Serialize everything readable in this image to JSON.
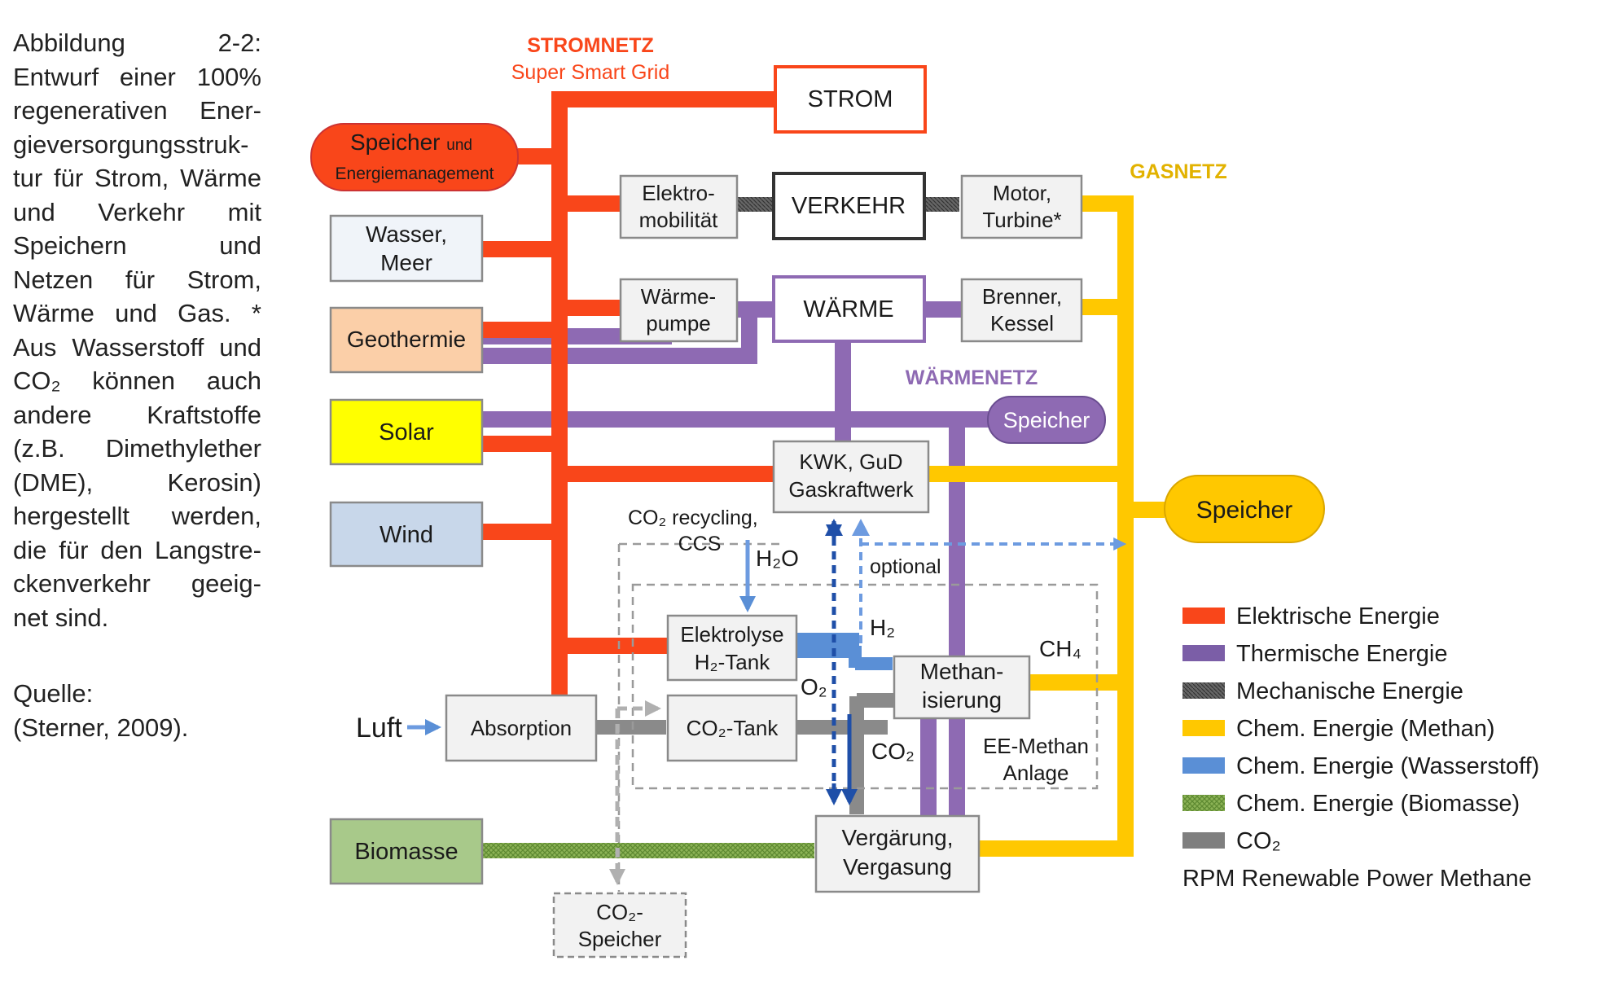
{
  "caption": {
    "text": "Abbildung 2-2: Entwurf einer 100% regenerativen Ener-gieversorgungsstruk-tur für Strom, Wärme und Verkehr mit Speichern und Netzen für Strom, Wärme und Gas. * Aus Wasserstoff und CO₂ können auch andere Kraftstoffe (z.B. Dimethylether (DME), Kerosin) hergestellt werden, die für den Langstre-ckenverkehr geeig-net sind.",
    "source_label": "Quelle:",
    "source": "(Sterner, 2009)."
  },
  "colors": {
    "electric": "#f9461a",
    "thermal": "#8e6ab3",
    "mechanical": "#555555",
    "methane": "#ffc800",
    "hydrogen": "#5a8fd6",
    "biomass": "#7da84a",
    "co2": "#7f7f7f"
  },
  "networks": {
    "strom_title": "STROMNETZ",
    "strom_subtitle": "Super Smart Grid",
    "gas_title": "GASNETZ",
    "waerme_title": "WÄRMENETZ"
  },
  "sources": {
    "speicher_line1": "Speicher",
    "speicher_line1_small": "und",
    "speicher_line2": "Energiemanagement",
    "wasser_line1": "Wasser,",
    "wasser_line2": "Meer",
    "geothermie": "Geothermie",
    "solar": "Solar",
    "wind": "Wind",
    "biomasse": "Biomasse"
  },
  "sinks": {
    "strom": "STROM",
    "verkehr": "VERKEHR",
    "waerme": "WÄRME"
  },
  "converters": {
    "elektromobilitaet_line1": "Elektro-",
    "elektromobilitaet_line2": "mobilität",
    "motor_line1": "Motor,",
    "motor_line2": "Turbine*",
    "waermepumpe_line1": "Wärme-",
    "waermepumpe_line2": "pumpe",
    "brenner_line1": "Brenner,",
    "brenner_line2": "Kessel",
    "kwk_line1": "KWK, GuD",
    "kwk_line2": "Gaskraftwerk",
    "elektrolyse_line1": "Elektrolyse",
    "elektrolyse_line2": "H₂-Tank",
    "absorption": "Absorption",
    "co2tank": "CO₂-Tank",
    "methanisierung_line1": "Methan-",
    "methanisierung_line2": "isierung",
    "vergaerung_line1": "Vergärung,",
    "vergaerung_line2": "Vergasung",
    "co2speicher_line1": "CO₂-",
    "co2speicher_line2": "Speicher"
  },
  "storage": {
    "waerme_speicher": "Speicher",
    "gas_speicher": "Speicher"
  },
  "labels": {
    "co2_recycling": "CO₂ recycling,",
    "ccs": "CCS",
    "h2o": "H₂O",
    "optional": "optional",
    "h2": "H₂",
    "o2": "O₂",
    "ch4": "CH₄",
    "co2": "CO₂",
    "ee_methan_line1": "EE-Methan",
    "ee_methan_line2": "Anlage",
    "luft": "Luft"
  },
  "legend": {
    "items": [
      {
        "label": "Elektrische Energie",
        "color": "#f9461a"
      },
      {
        "label": "Thermische Energie",
        "color": "#7b5ea7"
      },
      {
        "label": "Mechanische Energie",
        "color": "#444444"
      },
      {
        "label": "Chem. Energie (Methan)",
        "color": "#ffc800"
      },
      {
        "label": "Chem. Energie (Wasserstoff)",
        "color": "#5a8fd6"
      },
      {
        "label": "Chem. Energie (Biomasse)",
        "color": "#7da84a"
      },
      {
        "label": "CO₂",
        "color": "#7f7f7f"
      }
    ],
    "footer": "RPM Renewable Power Methane"
  }
}
